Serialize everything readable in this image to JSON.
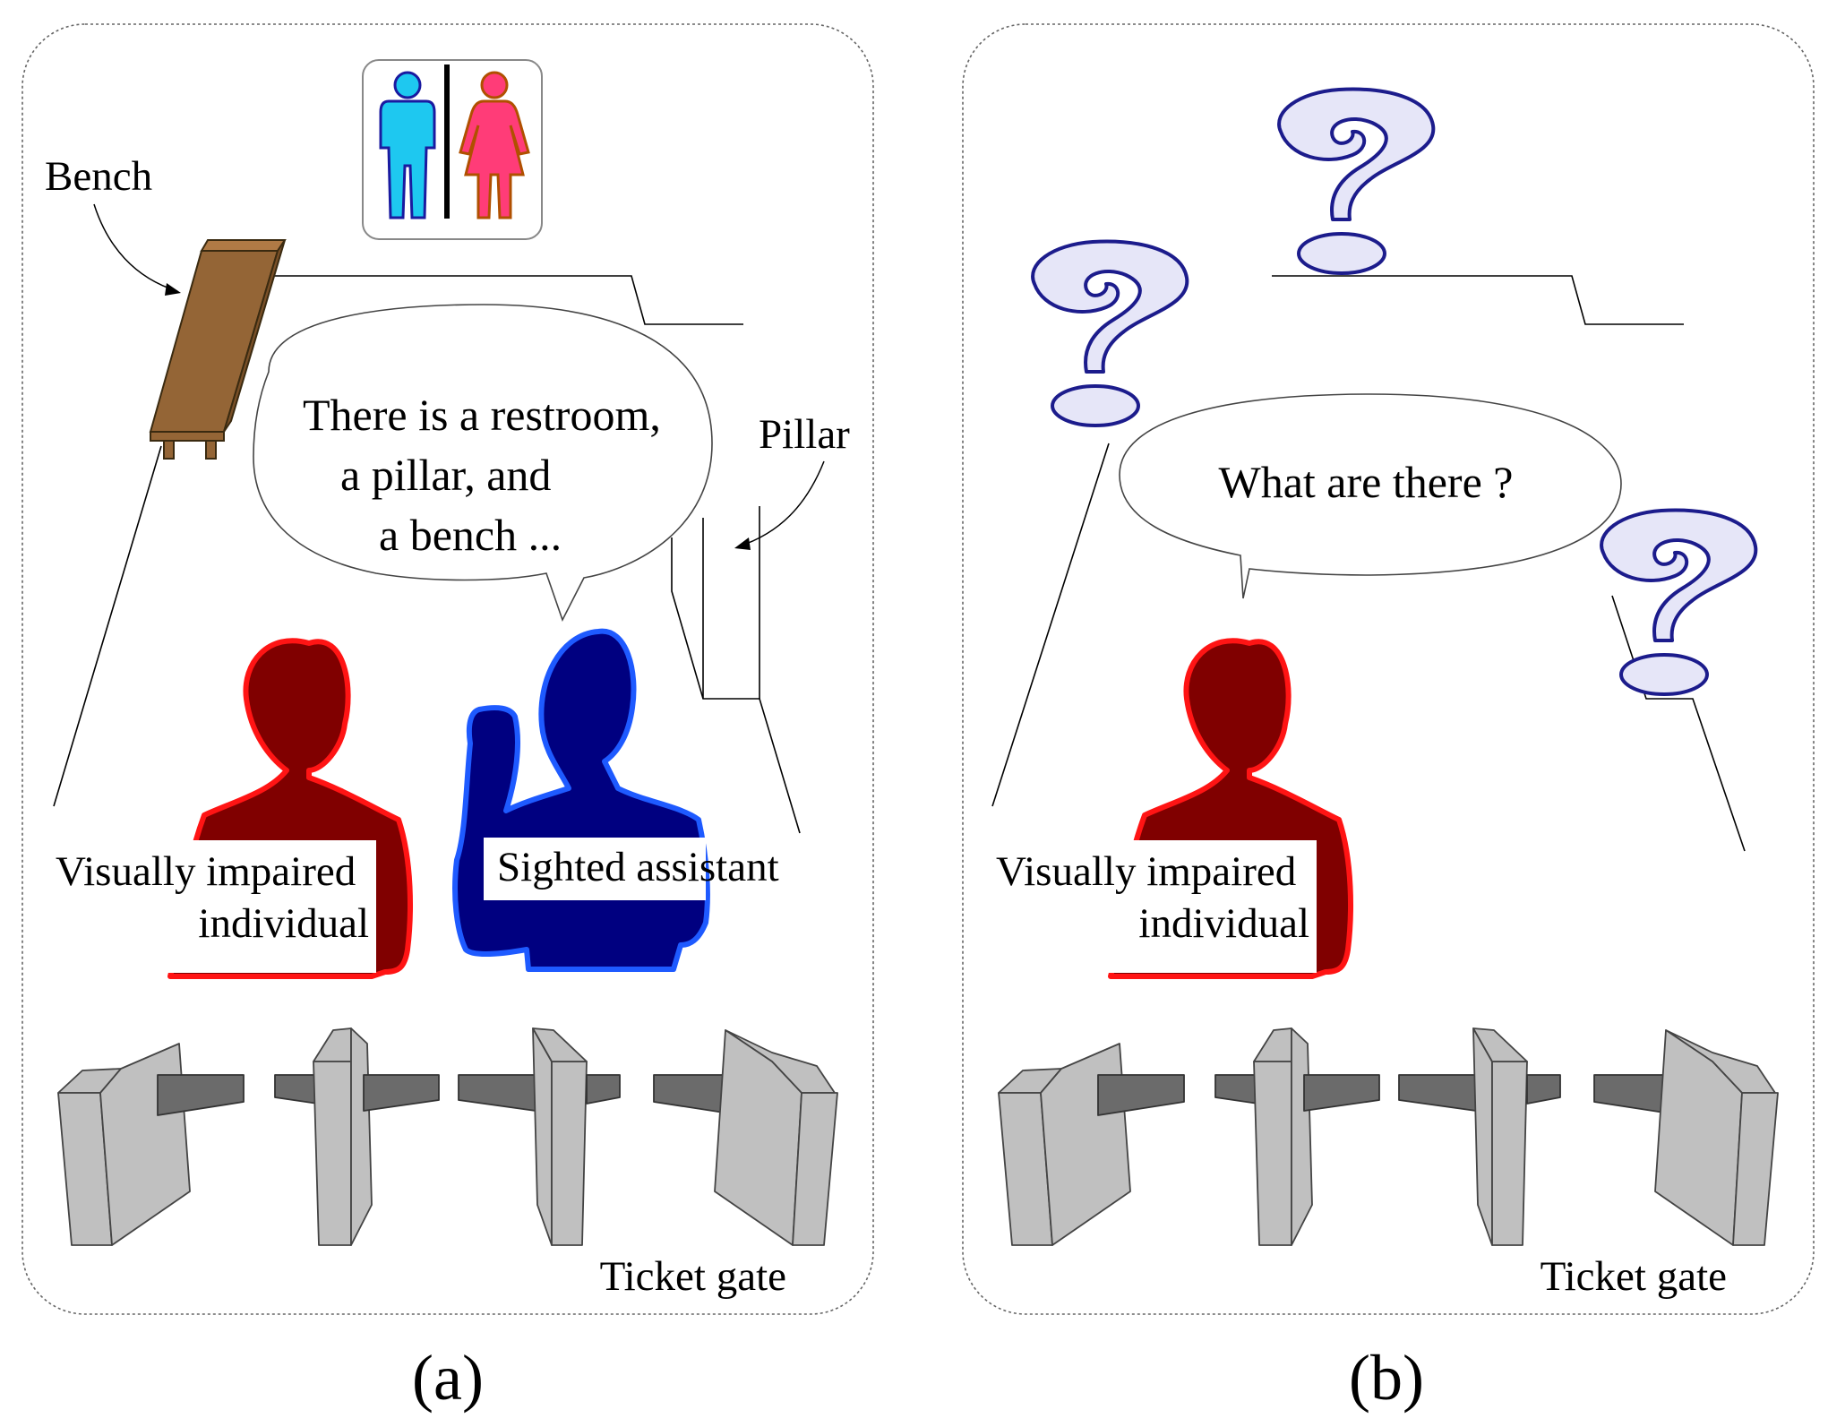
{
  "panels": [
    {
      "id": "a",
      "caption": "(a)",
      "labels": {
        "bench": "Bench",
        "pillar": "Pillar",
        "ticket_gate": "Ticket gate",
        "vi_line1": "Visually impaired",
        "vi_line2": "individual",
        "assistant": "Sighted assistant"
      },
      "speech": [
        "There is a restroom,",
        "a pillar, and",
        "a bench ..."
      ]
    },
    {
      "id": "b",
      "caption": "(b)",
      "labels": {
        "ticket_gate": "Ticket gate",
        "vi_line1": "Visually impaired",
        "vi_line2": "individual"
      },
      "speech": [
        "What are there ?"
      ]
    }
  ],
  "colors": {
    "man_icon": "#1ec8f0",
    "woman_icon": "#ff3c78",
    "bench": "#946536",
    "impaired_fill": "#800000",
    "impaired_outline": "#ff1414",
    "assistant_fill": "#000080",
    "assistant_outline": "#1e5aff",
    "gate_body": "#c0c0c0",
    "gate_arm": "#6b6b6b",
    "question_mark_fill": "#e6e6f8",
    "question_mark_stroke": "#1c1c8c"
  },
  "icons": [
    "restroom-sign-icon",
    "bench-icon",
    "question-mark-icon",
    "turnstile-icon"
  ]
}
